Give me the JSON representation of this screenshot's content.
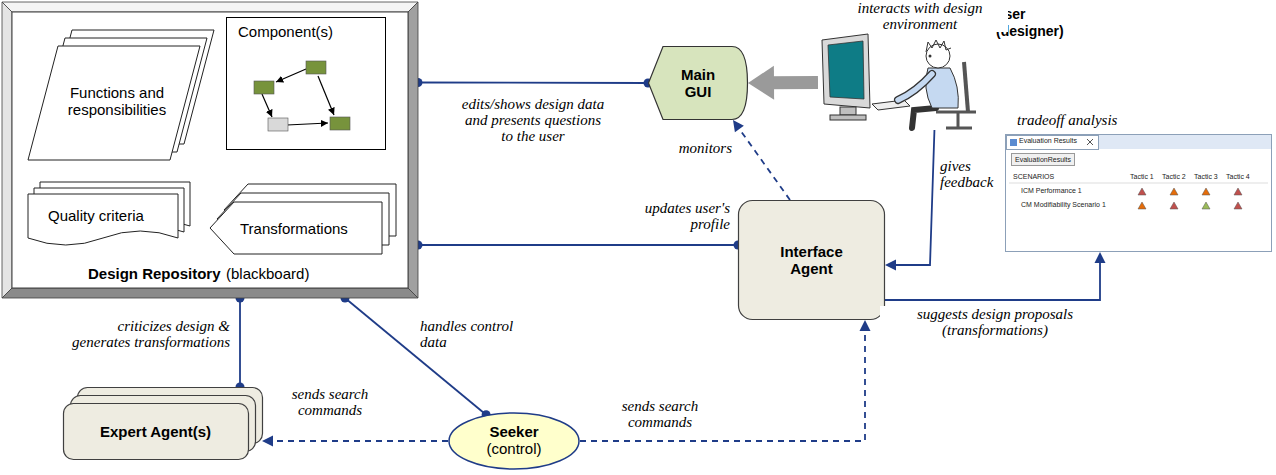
{
  "diagram": {
    "nodes": [
      {
        "text": [
          "Design Repository",
          "(blackboard)"
        ]
      },
      {
        "text": [
          "Functions and responsibilities"
        ],
        "in": 0
      },
      {
        "text": [
          "Component(s)"
        ],
        "in": 0
      },
      {
        "text": [
          "Quality criteria"
        ],
        "in": 0
      },
      {
        "text": [
          "Transformations"
        ],
        "in": 0
      },
      {
        "text": [
          "Main GUI"
        ]
      },
      {
        "text": [
          "user (designer)"
        ]
      },
      {
        "text": [
          "Interface Agent"
        ]
      },
      {
        "text": [
          "tradeoff analysis"
        ]
      },
      {
        "text": [
          "Seeker",
          "(control)"
        ]
      },
      {
        "text": [
          "Expert Agent(s)"
        ]
      }
    ],
    "edges": [
      {
        "from": 0,
        "to": 5,
        "arrow": "none",
        "label": "edits/shows design data and presents questions to the user"
      },
      {
        "from": 6,
        "to": 5,
        "arrow": "to",
        "label": "interacts with design environment"
      },
      {
        "from": 7,
        "to": 5,
        "arrow": "to",
        "label": "monitors"
      },
      {
        "from": 0,
        "to": 7,
        "arrow": "none",
        "label": "updates user's profile"
      },
      {
        "from": 6,
        "to": 7,
        "arrow": "to",
        "label": "gives feedback"
      },
      {
        "from": 7,
        "to": 8,
        "arrow": "to",
        "label": "suggests design proposals (transformations)"
      },
      {
        "from": 9,
        "to": 10,
        "arrow": "to",
        "label": "sends search commands"
      },
      {
        "from": 9,
        "to": 7,
        "arrow": "to",
        "label": "sends search commands"
      },
      {
        "from": 0,
        "to": 9,
        "arrow": "none",
        "label": "handles control data"
      },
      {
        "from": 0,
        "to": 10,
        "arrow": "none",
        "label": "criticizes design & generates transformations"
      }
    ],
    "labels": [
      "Evaluation Results",
      "EvaluationResults",
      "SCENARIOS",
      "Tactic 1",
      "Tactic 2",
      "Tactic 3",
      "Tactic 4",
      "ICM Performance 1",
      "CM Modifiability Scenario 1"
    ]
  }
}
